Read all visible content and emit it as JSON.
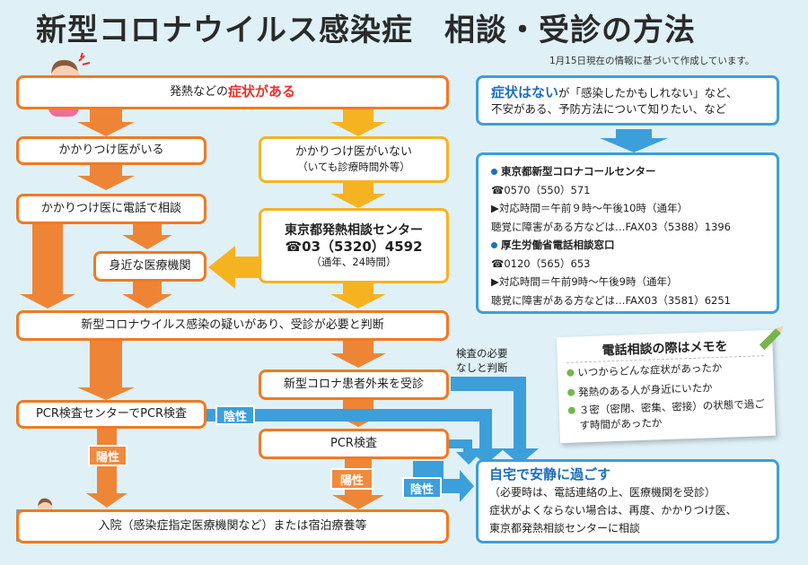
{
  "title": "新型コロナウイルス感染症　相談・受診の方法",
  "update_note": "1月15日現在の情報に基づいて作成しています。",
  "colors": {
    "orange": "#f07a22",
    "yellow": "#f6b321",
    "blue": "#3c9fda",
    "red": "#e8312c",
    "green": "#74b64a"
  },
  "icons": {
    "person": "person-holding-head-icon",
    "bed": "patient-in-bed-icon",
    "pencil": "pencil-icon",
    "phone": "phone-icon",
    "fax": "fax-icon"
  },
  "flow": {
    "symptom_pre": "発熱などの",
    "symptom_em": "症状がある",
    "has_doctor": "かかりつけ医がいる",
    "call_doctor": "かかりつけ医に電話で相談",
    "nearby_clinic": "身近な医療機関",
    "no_doctor_1": "かかりつけ医がいない",
    "no_doctor_2": "（いても診療時間外等）",
    "tokyo_center_title": "東京都発熱相談センター",
    "tokyo_center_phone": "03（5320）4592",
    "tokyo_center_hours": "（通年、24時間）",
    "suspected": "新型コロナウイルス感染の疑いがあり、受診が必要と判断",
    "outpatient": "新型コロナ患者外来を受診",
    "no_test_1": "検査の必要",
    "no_test_2": "なしと判断",
    "pcr_center": "PCR検査センターでPCR検査",
    "pcr": "PCR検査",
    "positive": "陽性",
    "negative": "陰性",
    "hospital": "入院（感染症指定医療機関など）または宿泊療養等"
  },
  "no_symptom": {
    "em": "症状はない",
    "rest1": "が「感染したかもしれない」など、",
    "line2": "不安がある、予防方法について知りたい、など"
  },
  "contacts": {
    "c1_name": "東京都新型コロナコールセンター",
    "c1_phone": "0570（550）571",
    "c1_hours": "▶対応時間＝午前９時〜午後10時（通年）",
    "c1_fax": "聴覚に障害がある方などは…FAX03（5388）1396",
    "c2_name": "厚生労働省電話相談窓口",
    "c2_phone": "0120（565）653",
    "c2_hours": "▶対応時間＝午前9時〜午後9時（通年）",
    "c2_fax": "聴覚に障害がある方などは…FAX03（3581）6251"
  },
  "memo": {
    "title": "電話相談の際はメモを",
    "items": [
      "いつからどんな症状があったか",
      "発熱のある人が身近にいたか",
      "３密（密閉、密集、密接）の状態で過ご",
      "す時間があったか"
    ]
  },
  "home": {
    "title": "自宅で安静に過ごす",
    "line1": "（必要時は、電話連絡の上、医療機関を受診）",
    "line2": "症状がよくならない場合は、再度、かかりつけ医、",
    "line3": "東京都発熱相談センターに相談"
  }
}
